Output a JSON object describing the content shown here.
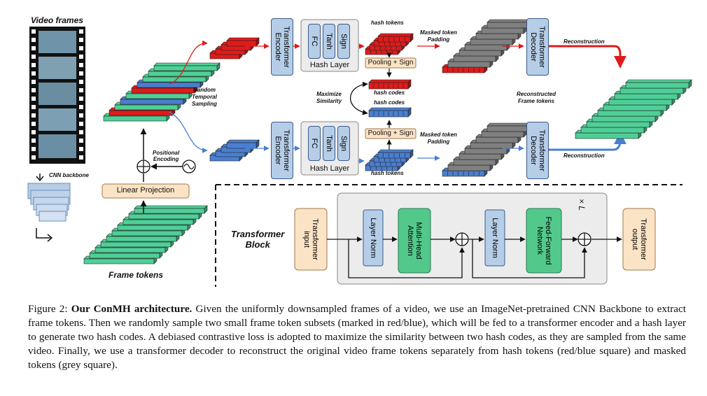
{
  "top": {
    "video_frames": "Video frames",
    "cnn_backbone": "CNN backbone",
    "frame_tokens": "Frame tokens",
    "linear_projection": "Linear Projection",
    "positional_encoding": "Positional\nEncoding",
    "random_temporal_sampling": "Random\nTemporal\nSampling",
    "transformer_encoder": "Transformer\nEncoder",
    "fc": "FC",
    "tanh": "Tanh",
    "sign": "Sign",
    "hash_layer": "Hash Layer",
    "hash_tokens": "hash tokens",
    "pooling_sign": "Pooling + Sign",
    "hash_codes": "hash codes",
    "maximize_similarity": "Maximize\nSimilarity",
    "masked_token_padding": "Masked token\nPadding",
    "transformer_decoder": "Transformer\nDecoder",
    "reconstruction": "Reconstruction",
    "reconstructed_frame_tokens": "Reconstructed\nFrame tokens"
  },
  "block": {
    "title": "Transformer\nBlock",
    "input": "Transformer\ninput",
    "layer_norm": "Layer Norm",
    "mha": "Multi-Head\nAttention",
    "ffn": "Feed-Forward\nNetwork",
    "output": "Transformer\noutput",
    "repeat": "× L"
  },
  "caption": {
    "prefix": "Figure 2: ",
    "bold": "Our ConMH architecture.",
    "body": " Given the uniformly downsampled frames of a video, we use an ImageNet-pretrained CNN Backbone to extract frame tokens. Then we randomly sample two small frame token subsets (marked in red/blue), which will be fed to a transformer encoder and a hash layer to generate two hash codes. A debiased contrastive loss is adopted to maximize the similarity between two hash codes, as they are sampled from the same video. Finally, we use a transformer decoder to reconstruct the original video frame tokens separately from hash tokens (red/blue square) and masked tokens (grey square)."
  },
  "colors": {
    "red": "#e01b1b",
    "blue": "#4a7fd0",
    "green": "#4fcf97",
    "grey": "#808080",
    "box_blue": "#b6cde8",
    "box_orange": "#fbe3c5",
    "box_green": "#52c98a"
  }
}
